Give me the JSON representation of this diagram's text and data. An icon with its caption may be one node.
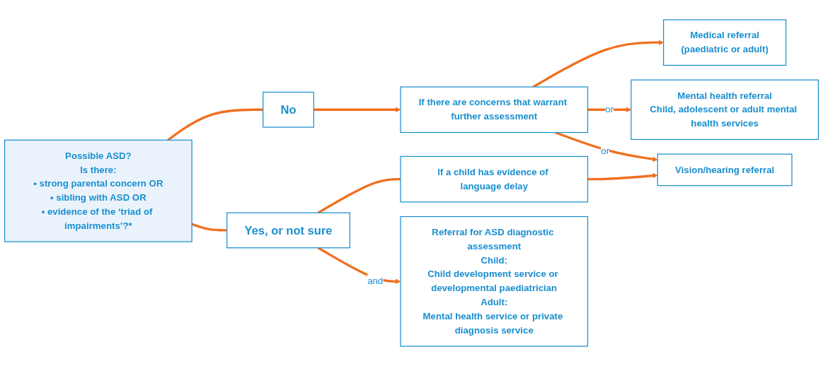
{
  "diagram": {
    "nodes": [
      {
        "text": [
          "Possible ASD?",
          "Is there:",
          "• strong parental concern OR",
          "• sibling with ASD OR",
          "• evidence of the ‘triad of impairments’?*"
        ]
      },
      {
        "text": [
          "No"
        ]
      },
      {
        "text": [
          "If there are concerns that warrant further assessment"
        ]
      },
      {
        "text": [
          "Medical referral",
          "(paediatric or adult)"
        ]
      },
      {
        "text": [
          "Mental health referral",
          "Child, adolescent or adult mental health services"
        ]
      },
      {
        "text": [
          "Vision/hearing referral"
        ]
      },
      {
        "text": [
          "Yes, or not sure"
        ]
      },
      {
        "text": [
          "If a child has evidence of language delay"
        ]
      },
      {
        "text": [
          "Referral for ASD diagnostic assessment",
          "Child:",
          "Child development service or developmental paediatrician",
          "Adult:",
          "Mental health service or private diagnosis service"
        ]
      }
    ],
    "edges": [
      {
        "from": 0,
        "to": 1,
        "arrow": "none"
      },
      {
        "from": 1,
        "to": 2,
        "arrow": "to"
      },
      {
        "from": 2,
        "to": 3,
        "arrow": "to"
      },
      {
        "from": 2,
        "to": 4,
        "arrow": "to",
        "label": "or"
      },
      {
        "from": 2,
        "to": 5,
        "arrow": "to",
        "label": "or"
      },
      {
        "from": 0,
        "to": 6,
        "arrow": "none"
      },
      {
        "from": 6,
        "to": 7,
        "arrow": "none"
      },
      {
        "from": 7,
        "to": 5,
        "arrow": "to"
      },
      {
        "from": 6,
        "to": 8,
        "arrow": "to",
        "label": "and"
      }
    ]
  }
}
